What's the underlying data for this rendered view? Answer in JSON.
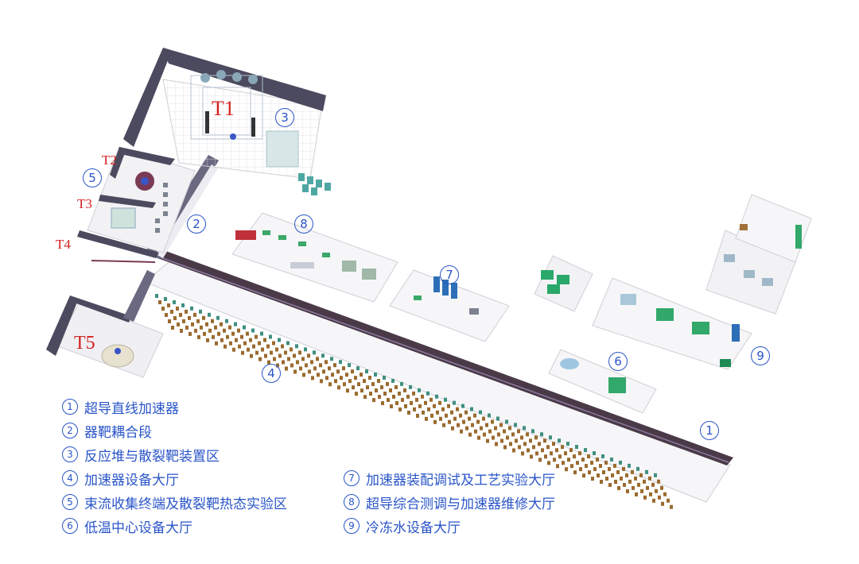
{
  "hall_labels": {
    "t1": "T1",
    "t2": "T2",
    "t3": "T3",
    "t4": "T4",
    "t5": "T5"
  },
  "area_markers": {
    "m1": "1",
    "m2": "2",
    "m3": "3",
    "m4": "4",
    "m5": "5",
    "m6": "6",
    "m7": "7",
    "m8": "8",
    "m9": "9"
  },
  "legend": {
    "left": [
      {
        "num": "1",
        "text": "超导直线加速器"
      },
      {
        "num": "2",
        "text": "器靶耦合段"
      },
      {
        "num": "3",
        "text": "反应堆与散裂靶装置区"
      },
      {
        "num": "4",
        "text": "加速器设备大厅"
      },
      {
        "num": "5",
        "text": "束流收集终端及散裂靶热态实验区"
      },
      {
        "num": "6",
        "text": "低温中心设备大厅"
      }
    ],
    "right": [
      {
        "num": "7",
        "text": "加速器装配调试及工艺实验大厅"
      },
      {
        "num": "8",
        "text": "超导综合测调与加速器维修大厅"
      },
      {
        "num": "9",
        "text": "冷冻水设备大厅"
      }
    ]
  },
  "colors": {
    "label_red": "#d42020",
    "marker_blue": "#2a55c8",
    "wall_dark": "#4c4a5e",
    "floor": "#f4f4f6",
    "equipment_teal": "#2fa86a",
    "cryomodule_brown": "#9a6a2e",
    "beamline_dark": "#3d2f3e"
  }
}
